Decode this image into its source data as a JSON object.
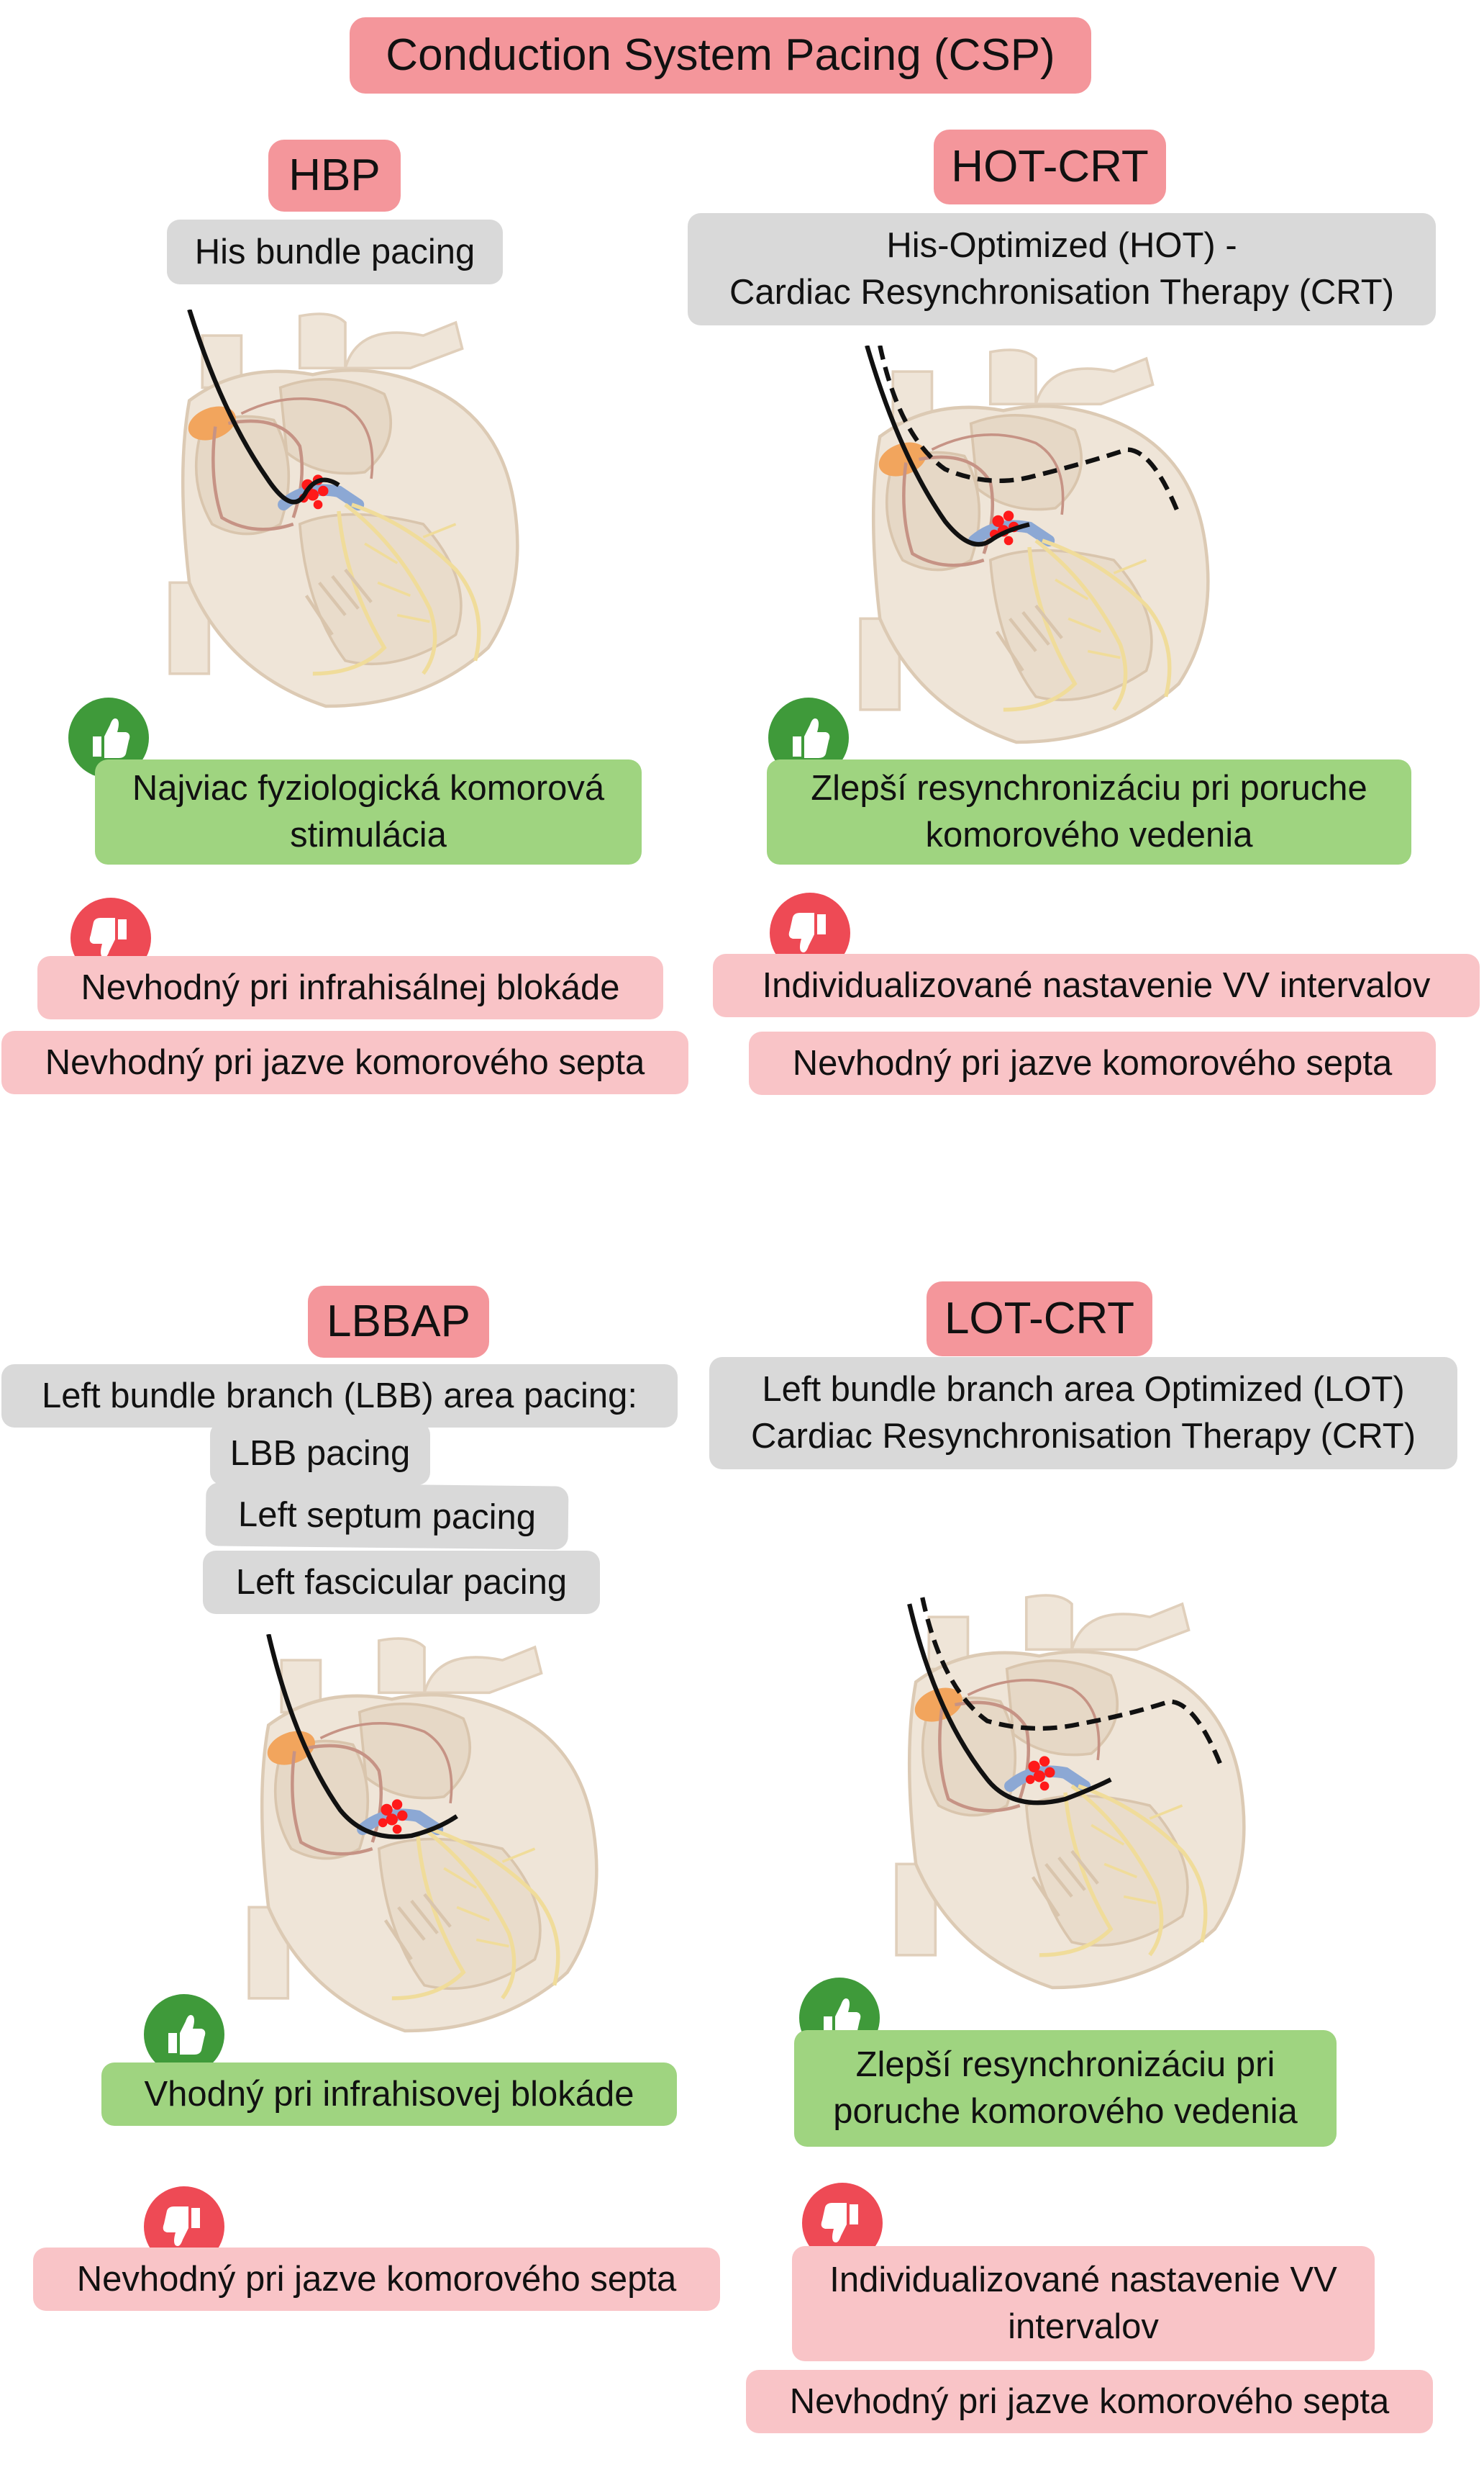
{
  "title": "Conduction System Pacing (CSP)",
  "colors": {
    "header_bg": "#f4969b",
    "description_bg": "#d9d9d9",
    "pro_bg": "#9fd480",
    "con_bg": "#f9c4c7",
    "thumb_up_badge": "#3f9a3a",
    "thumb_down_badge": "#ee4a55",
    "lead_line": "#111111"
  },
  "panels": {
    "hbp": {
      "name": "HBP",
      "description": [
        "His bundle pacing"
      ],
      "pros": [
        [
          "Najviac fyziologická komorová",
          "stimulácia"
        ]
      ],
      "cons": [
        "Nevhodný pri infrahisálnej blokáde",
        "Nevhodný pri jazve komorového septa"
      ]
    },
    "hotcrt": {
      "name": "HOT-CRT",
      "description": [
        "His-Optimized (HOT) -",
        "Cardiac Resynchronisation Therapy (CRT)"
      ],
      "pros": [
        [
          "Zlepší resynchronizáciu pri poruche",
          "komorového vedenia"
        ]
      ],
      "cons": [
        "Individualizované nastavenie VV intervalov",
        "Nevhodný pri jazve komorového septa"
      ]
    },
    "lbbap": {
      "name": "LBBAP",
      "description": [
        "Left bundle branch (LBB) area pacing:",
        "LBB pacing",
        "Left septum pacing",
        "Left fascicular pacing"
      ],
      "pros": [
        [
          "Vhodný pri infrahisovej blokáde"
        ]
      ],
      "cons": [
        "Nevhodný pri jazve komorového septa"
      ]
    },
    "lotcrt": {
      "name": "LOT-CRT",
      "description": [
        "Left bundle branch area Optimized (LOT)",
        "Cardiac Resynchronisation Therapy (CRT)"
      ],
      "pros": [
        [
          "Zlepší resynchronizáciu pri",
          "poruche komorového vedenia"
        ]
      ],
      "cons": [
        [
          "Individualizované nastavenie VV",
          "intervalov"
        ],
        "Nevhodný pri jazve komorového septa"
      ]
    }
  }
}
